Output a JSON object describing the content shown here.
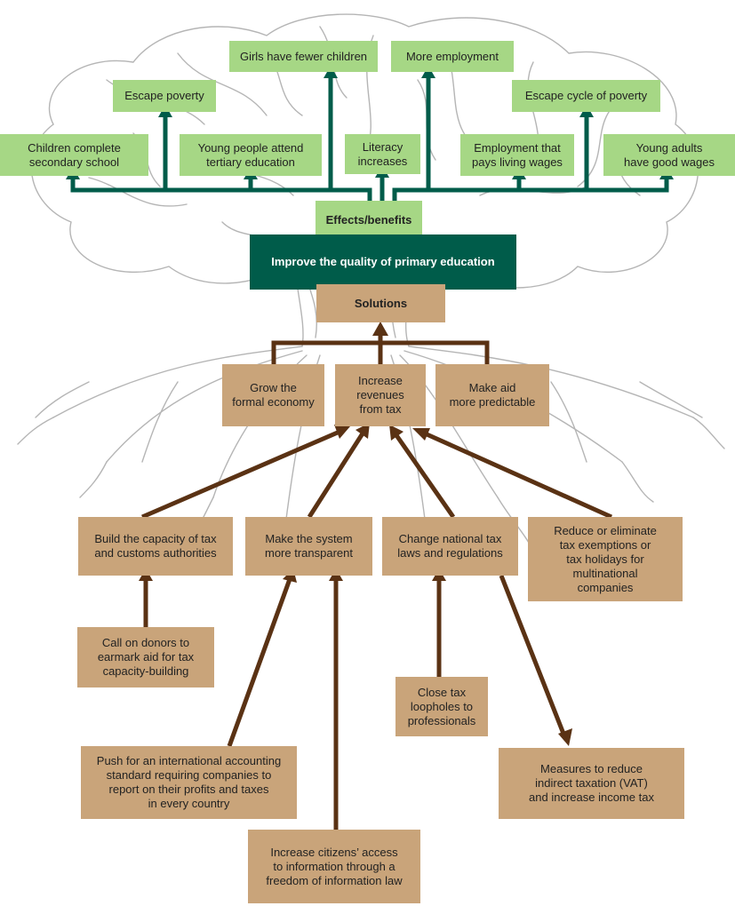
{
  "effects": {
    "header": "Effects/benefits",
    "items": [
      "Girls have fewer children",
      "More employment",
      "Escape poverty",
      "Escape cycle of poverty",
      "Children complete\nsecondary school",
      "Young people attend\ntertiary education",
      "Literacy\nincreases",
      "Employment that\npays living wages",
      "Young adults\nhave good wages"
    ]
  },
  "goal": "Improve the quality of primary education",
  "solutions": {
    "header": "Solutions",
    "main": [
      "Grow the\nformal economy",
      "Increase\nrevenues\nfrom tax",
      "Make aid\nmore predictable"
    ],
    "sub": [
      "Build the capacity of tax\nand customs authorities",
      "Make the system\nmore transparent",
      "Change national tax\nlaws and regulations",
      "Reduce or eliminate\ntax exemptions or\ntax holidays for\nmultinational\ncompanies"
    ],
    "actions": [
      "Call on donors to\nearmark aid for tax\ncapacity-building",
      "Close tax\nloopholes to\nprofessionals",
      "Push for an international accounting\nstandard requiring companies to\nreport on their profits and taxes\nin every country",
      "Measures to reduce\nindirect taxation (VAT)\nand increase income tax",
      "Increase citizens’ access\nto information through a\nfreedom of information law"
    ]
  },
  "colors": {
    "effect_box": "#a6d785",
    "solution_box": "#c9a47a",
    "goal_box": "#005c4a",
    "effect_arrow": "#005c4a",
    "solution_arrow": "#5a3214",
    "tree_sketch": "#b5b5b5"
  }
}
